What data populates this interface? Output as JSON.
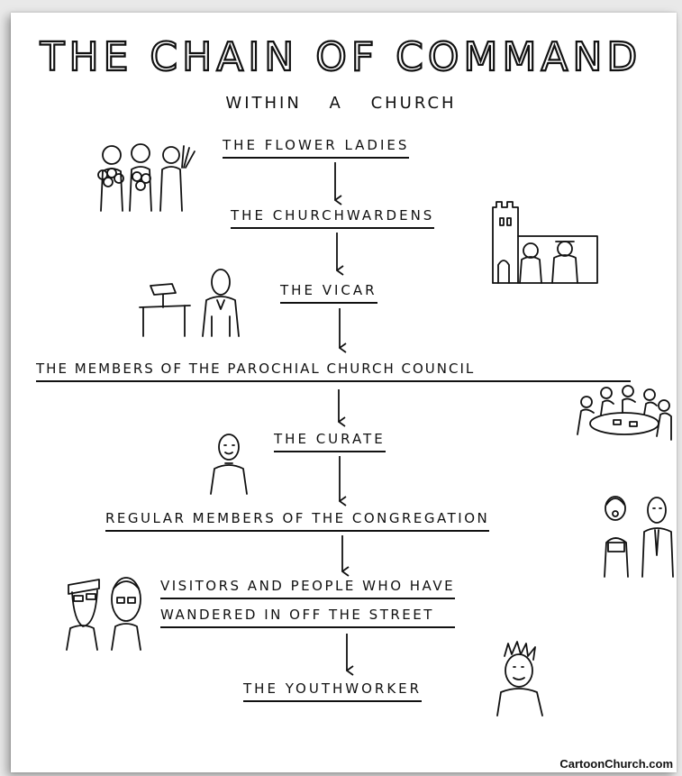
{
  "title": "THE CHAIN OF COMMAND",
  "subtitle": "WITHIN A CHURCH",
  "hierarchy": [
    {
      "id": "flower-ladies",
      "lines": [
        "THE FLOWER LADIES"
      ]
    },
    {
      "id": "churchwardens",
      "lines": [
        "THE CHURCHWARDENS"
      ]
    },
    {
      "id": "vicar",
      "lines": [
        "THE VICAR"
      ]
    },
    {
      "id": "pcc",
      "lines": [
        "THE MEMBERS OF THE PAROCHIAL CHURCH COUNCIL"
      ]
    },
    {
      "id": "curate",
      "lines": [
        "THE CURATE"
      ]
    },
    {
      "id": "congregation",
      "lines": [
        "REGULAR MEMBERS OF THE CONGREGATION"
      ]
    },
    {
      "id": "visitors",
      "lines": [
        "VISITORS AND PEOPLE WHO HAVE",
        "WANDERED IN OFF THE STREET"
      ]
    },
    {
      "id": "youthworker",
      "lines": [
        "THE YOUTHWORKER"
      ]
    }
  ],
  "credit": "CartoonChurch.com",
  "colors": {
    "ink": "#111111",
    "paper": "#ffffff",
    "background": "#e9e9e9"
  }
}
